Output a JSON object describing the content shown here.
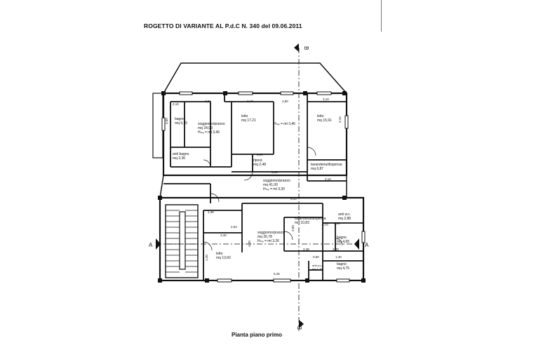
{
  "header": {
    "title": "ROGETTO DI VARIANTE AL P.d.C N. 340 del 09.06.2011"
  },
  "footer": {
    "caption": "Pianta piano primo"
  },
  "sections": {
    "a_left": "A",
    "a_right": "A",
    "b_top": "B",
    "b_bottom": "B"
  },
  "rooms": {
    "bagno1": {
      "name": "bagno",
      "area": "mq 5,35"
    },
    "soggiorno1": {
      "name": "soggiorno/pranzo",
      "area": "mq 24,09",
      "height": "Hₘₑ = mt 3,46"
    },
    "letto1": {
      "name": "letto",
      "area": "mq 17,21"
    },
    "hall_h": {
      "height": "Hₘₑ = mt 3,46"
    },
    "letto2": {
      "name": "letto",
      "area": "mq 15,91"
    },
    "antibagno1": {
      "name": "anti bagno",
      "area": "mq 2,36"
    },
    "ripost": {
      "name": "ripost.",
      "area": "mq 2,48"
    },
    "lavanderia1": {
      "name": "lavanderia/dispensa",
      "area": "mq 6,87"
    },
    "soggiorno2": {
      "name": "soggiorno/pranzo",
      "area": "mq 41,00",
      "height": "Hₘₑ = mt 3,30"
    },
    "antiwc": {
      "name": "anti w.c.",
      "area": "mq 2,88"
    },
    "lavanderia2": {
      "name": "lavanderia/dispensa",
      "area": "mq 10,83"
    },
    "soggiorno3": {
      "name": "soggiorno/pranzo",
      "area": "mq 26,78",
      "height": "Hₘₑ = mt 3,26"
    },
    "bagno2": {
      "name": "bagno",
      "area": "mq 4,65"
    },
    "letto3": {
      "name": "letto",
      "area": "mq 13,60"
    },
    "antiwc2": {
      "name": "anti w.c.",
      "area": "mq 1,72"
    },
    "bagno3": {
      "name": "bagno",
      "area": "mq 4,75"
    }
  },
  "dimensions": {
    "d1": "2,10",
    "d2": "3,50",
    "d3": "3,40",
    "d4": "2,90",
    "d5": "3,10",
    "d6": "1,94",
    "d7": "5,90",
    "d8": "3,10",
    "d9": "9,10",
    "d10": "1,36",
    "d11": "2,54",
    "d12": "3,40",
    "d13": "1,60",
    "d14": "2,48",
    "d15": "2,40",
    "d16": "0,90",
    "d17": "1,40",
    "d18": "5,25",
    "d19": "4,00",
    "d20": "4,60",
    "d21": "3,15",
    "d22": "3,60",
    "d23": "0,70",
    "d24": "1,20"
  }
}
